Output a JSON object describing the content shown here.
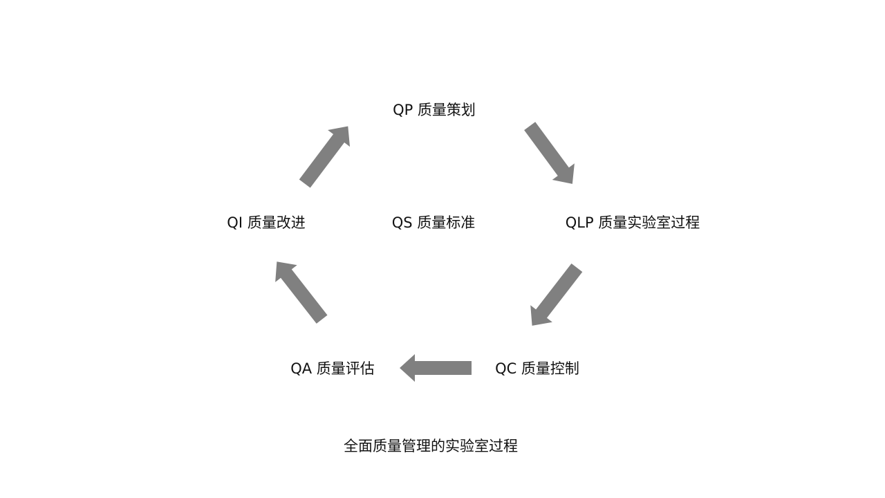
{
  "nodes": {
    "qp": "QP 质量策划",
    "qlp": "QLP 质量实验室过程",
    "qc": "QC 质量控制",
    "qa": "QA 质量评估",
    "qi": "QI 质量改进",
    "qs": "QS 质量标准"
  },
  "caption": "全面质量管理的实验室过程",
  "colors": {
    "arrow": "#808080",
    "text": "#111111"
  }
}
